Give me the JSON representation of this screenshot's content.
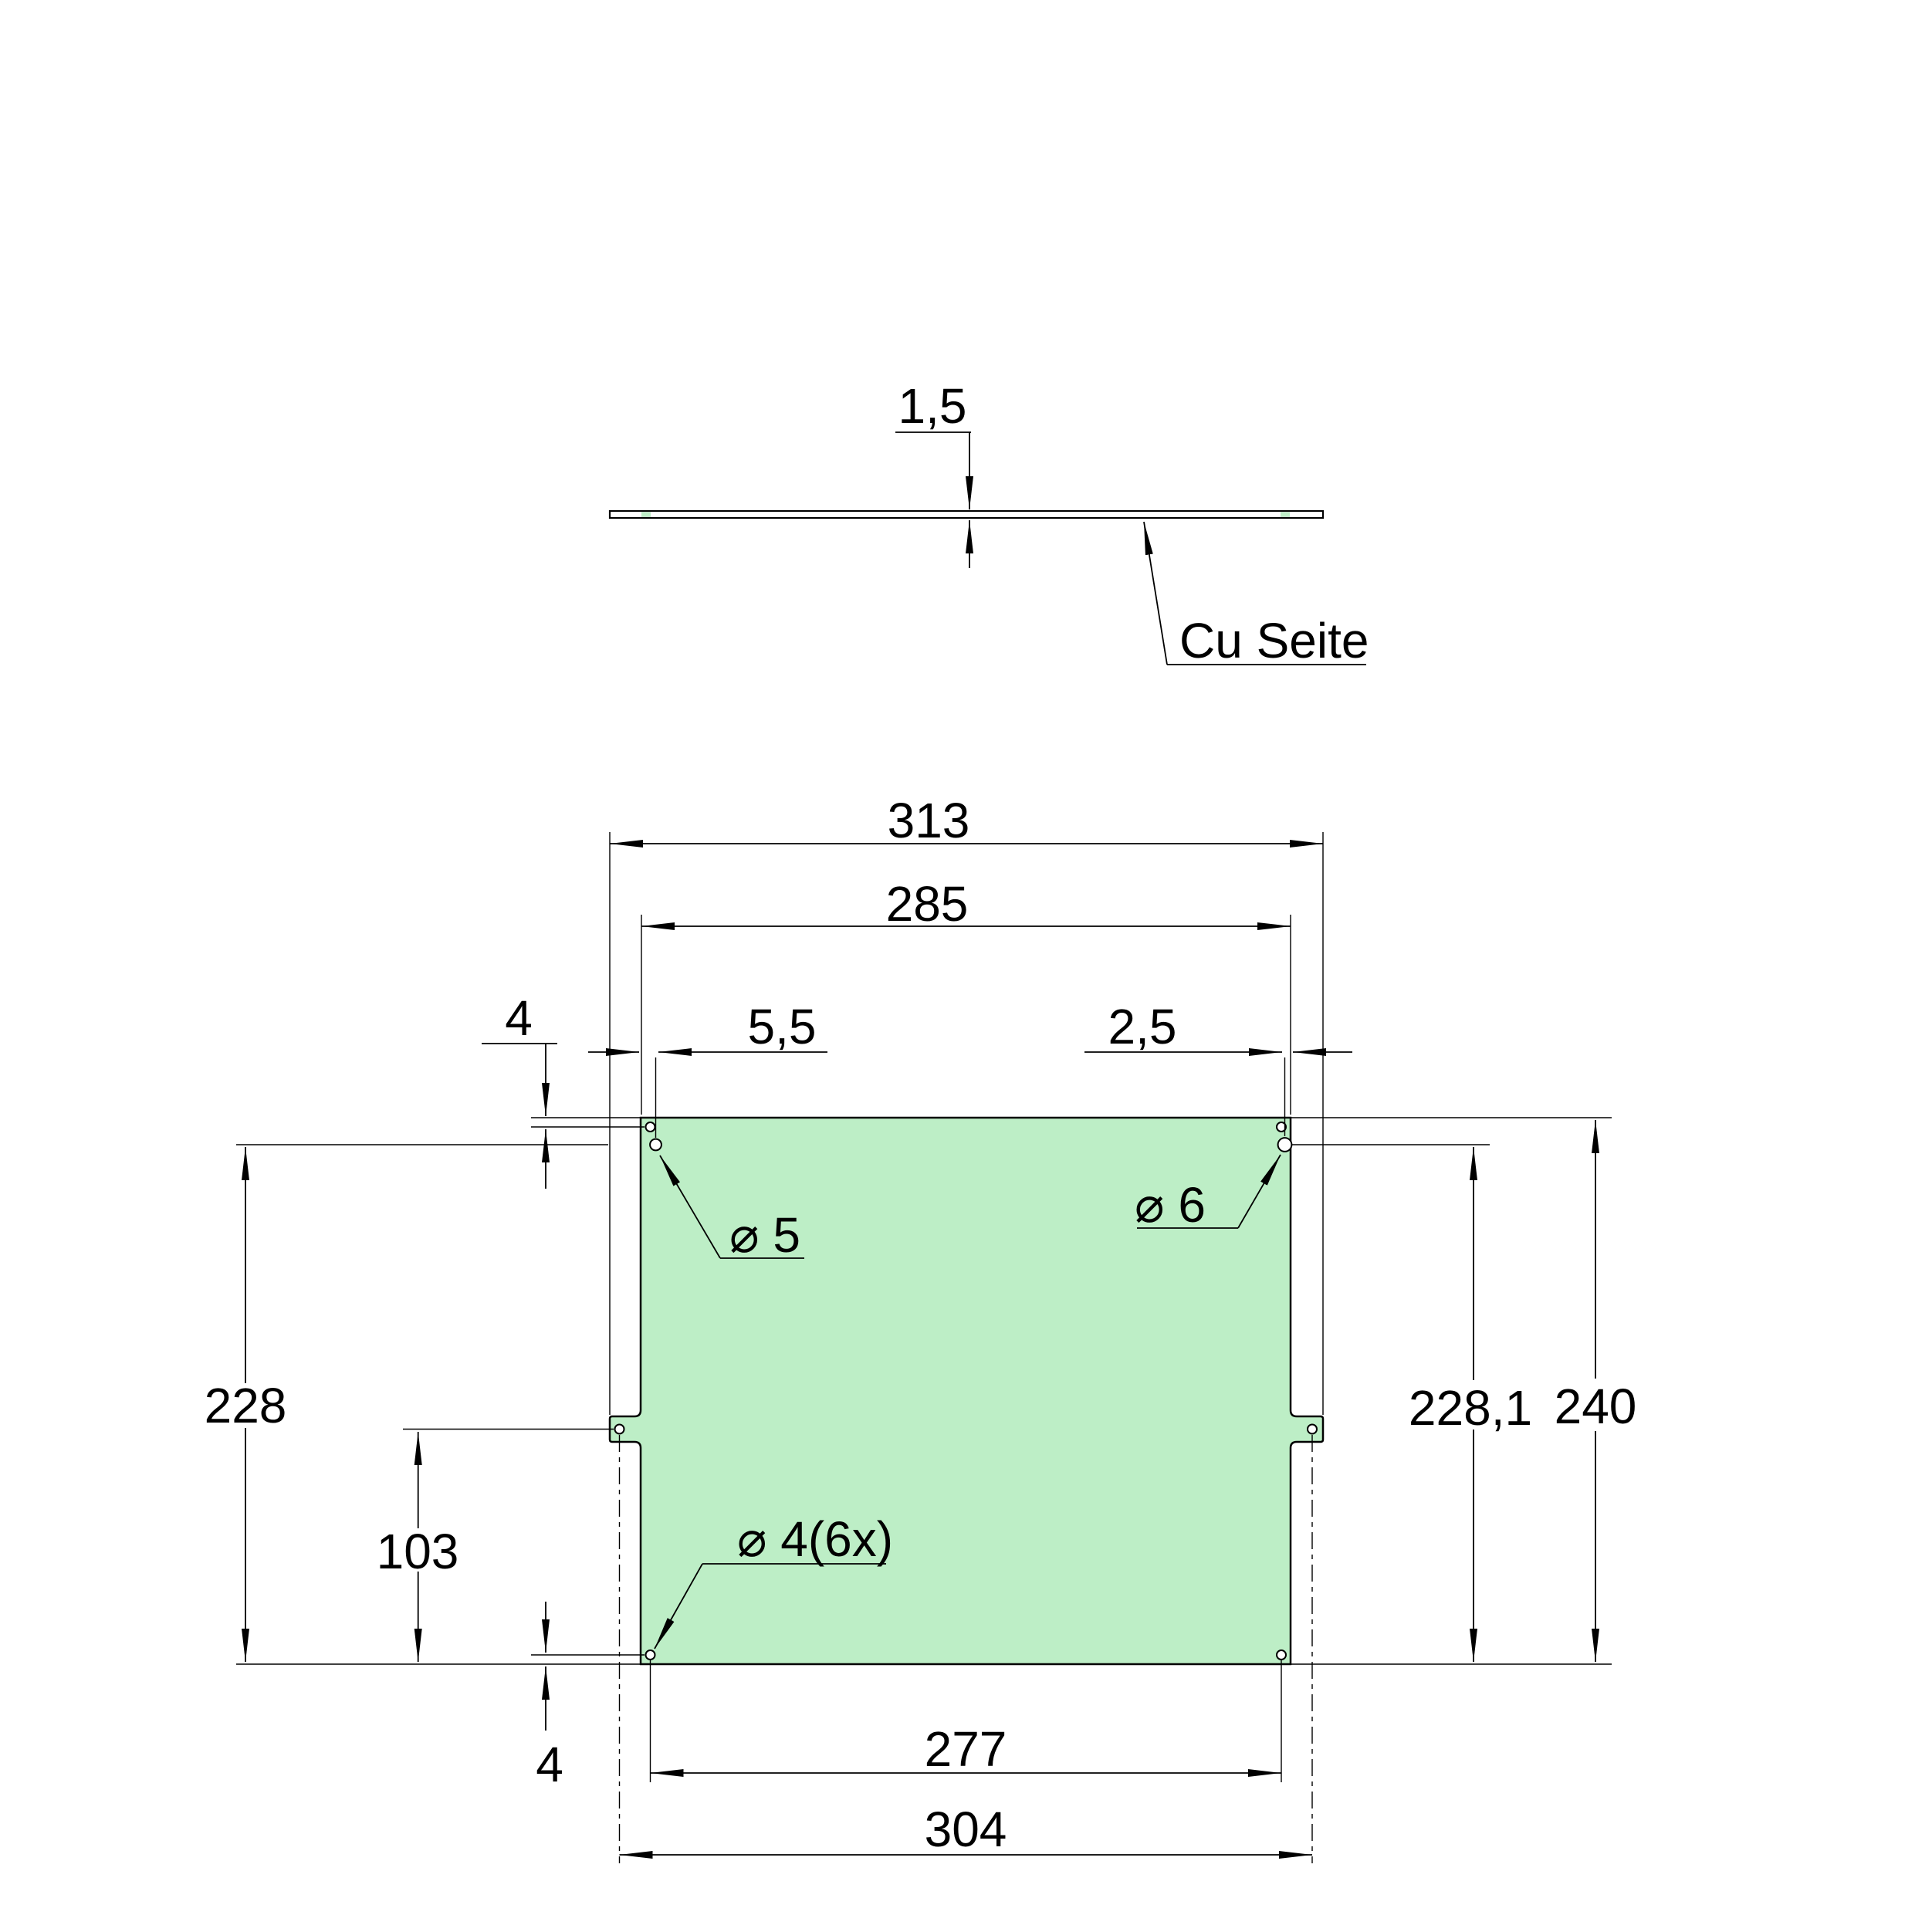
{
  "colors": {
    "plate_fill": "#bdeec6",
    "stroke": "#000000",
    "background": "#ffffff"
  },
  "side_view": {
    "thickness": "1,5",
    "copper_side": "Cu Seite"
  },
  "front_view": {
    "overall_width": "313",
    "body_width": "285",
    "edge_to_hole_top": "4",
    "hole5_offset": "5,5",
    "hole6_offset": "2,5",
    "dia5": "⌀ 5",
    "dia6": "⌀ 6",
    "dia4_count": "⌀ 4(6x)",
    "left_height": "228",
    "tab_to_bottom": "103",
    "edge_to_hole_bottom": "4",
    "right_inner_height": "228,1",
    "overall_height": "240",
    "bottom_hole_span": "277",
    "bottom_tab_span": "304"
  },
  "dimensions_mm": {
    "overall_width": 313,
    "body_width": 285,
    "overall_height": 240,
    "left_height": 228,
    "right_inner_height": 228.1,
    "tab_to_bottom": 103,
    "bottom_hole_span": 277,
    "bottom_tab_span": 304,
    "corner_hole_inset": 4,
    "hole5_offset": 5.5,
    "hole6_offset": 2.5,
    "hole5_diameter": 5,
    "hole6_diameter": 6,
    "hole4_diameter": 4,
    "hole4_count": 6,
    "thickness": 1.5
  }
}
